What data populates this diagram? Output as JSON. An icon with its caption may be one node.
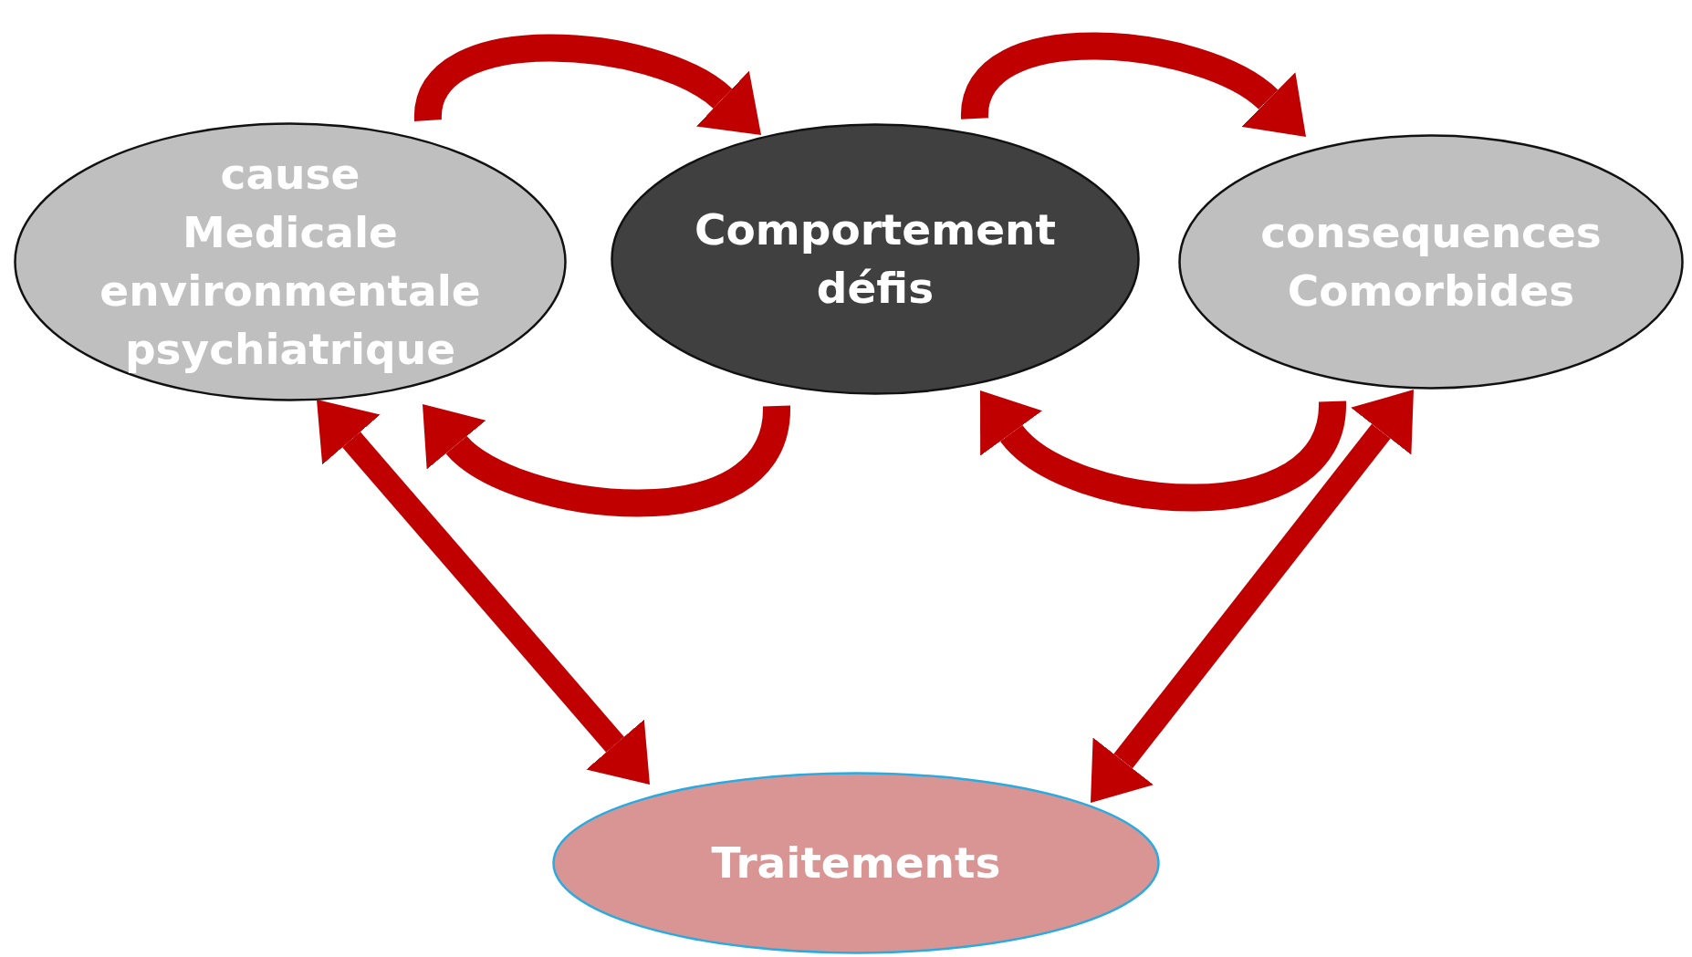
{
  "diagram": {
    "nodes": [
      {
        "text": [
          "cause Medicale environmentale psychiatrique"
        ]
      },
      {
        "text": [
          "Comportement défis"
        ]
      },
      {
        "text": [
          "consequences Comorbides"
        ]
      },
      {
        "text": [
          "Traitements"
        ]
      }
    ],
    "edges": [
      {
        "from": 0,
        "to": 1,
        "arrow": "to"
      },
      {
        "from": 1,
        "to": 2,
        "arrow": "to"
      },
      {
        "from": 1,
        "to": 0,
        "arrow": "to"
      },
      {
        "from": 2,
        "to": 1,
        "arrow": "to"
      },
      {
        "from": 0,
        "to": 3,
        "arrow": "both"
      },
      {
        "from": 2,
        "to": 3,
        "arrow": "both"
      }
    ]
  }
}
